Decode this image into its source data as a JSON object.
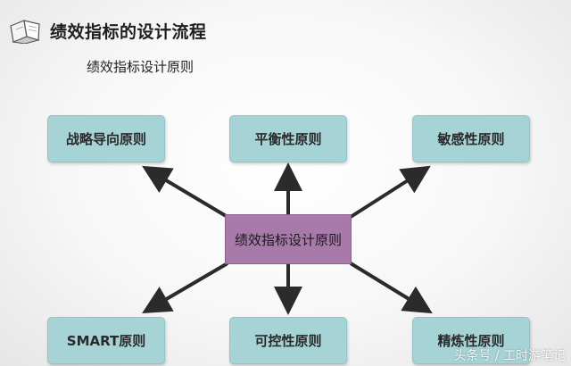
{
  "header": {
    "title": "绩效指标的设计流程",
    "icon": "book-icon"
  },
  "subtitle": "绩效指标设计原则",
  "center": "绩效指标设计原则",
  "boxes": {
    "top_left": "战略导向原则",
    "top_middle": "平衡性原则",
    "top_right": "敏感性原则",
    "bottom_left": "SMART原则",
    "bottom_middle": "可控性原则",
    "bottom_right": "精炼性原则"
  },
  "watermark": "头条号 / 工时游笔记",
  "colors": {
    "box": "#a6d3d6",
    "center": "#a77aaa",
    "arrow": "#2b2b2b"
  }
}
